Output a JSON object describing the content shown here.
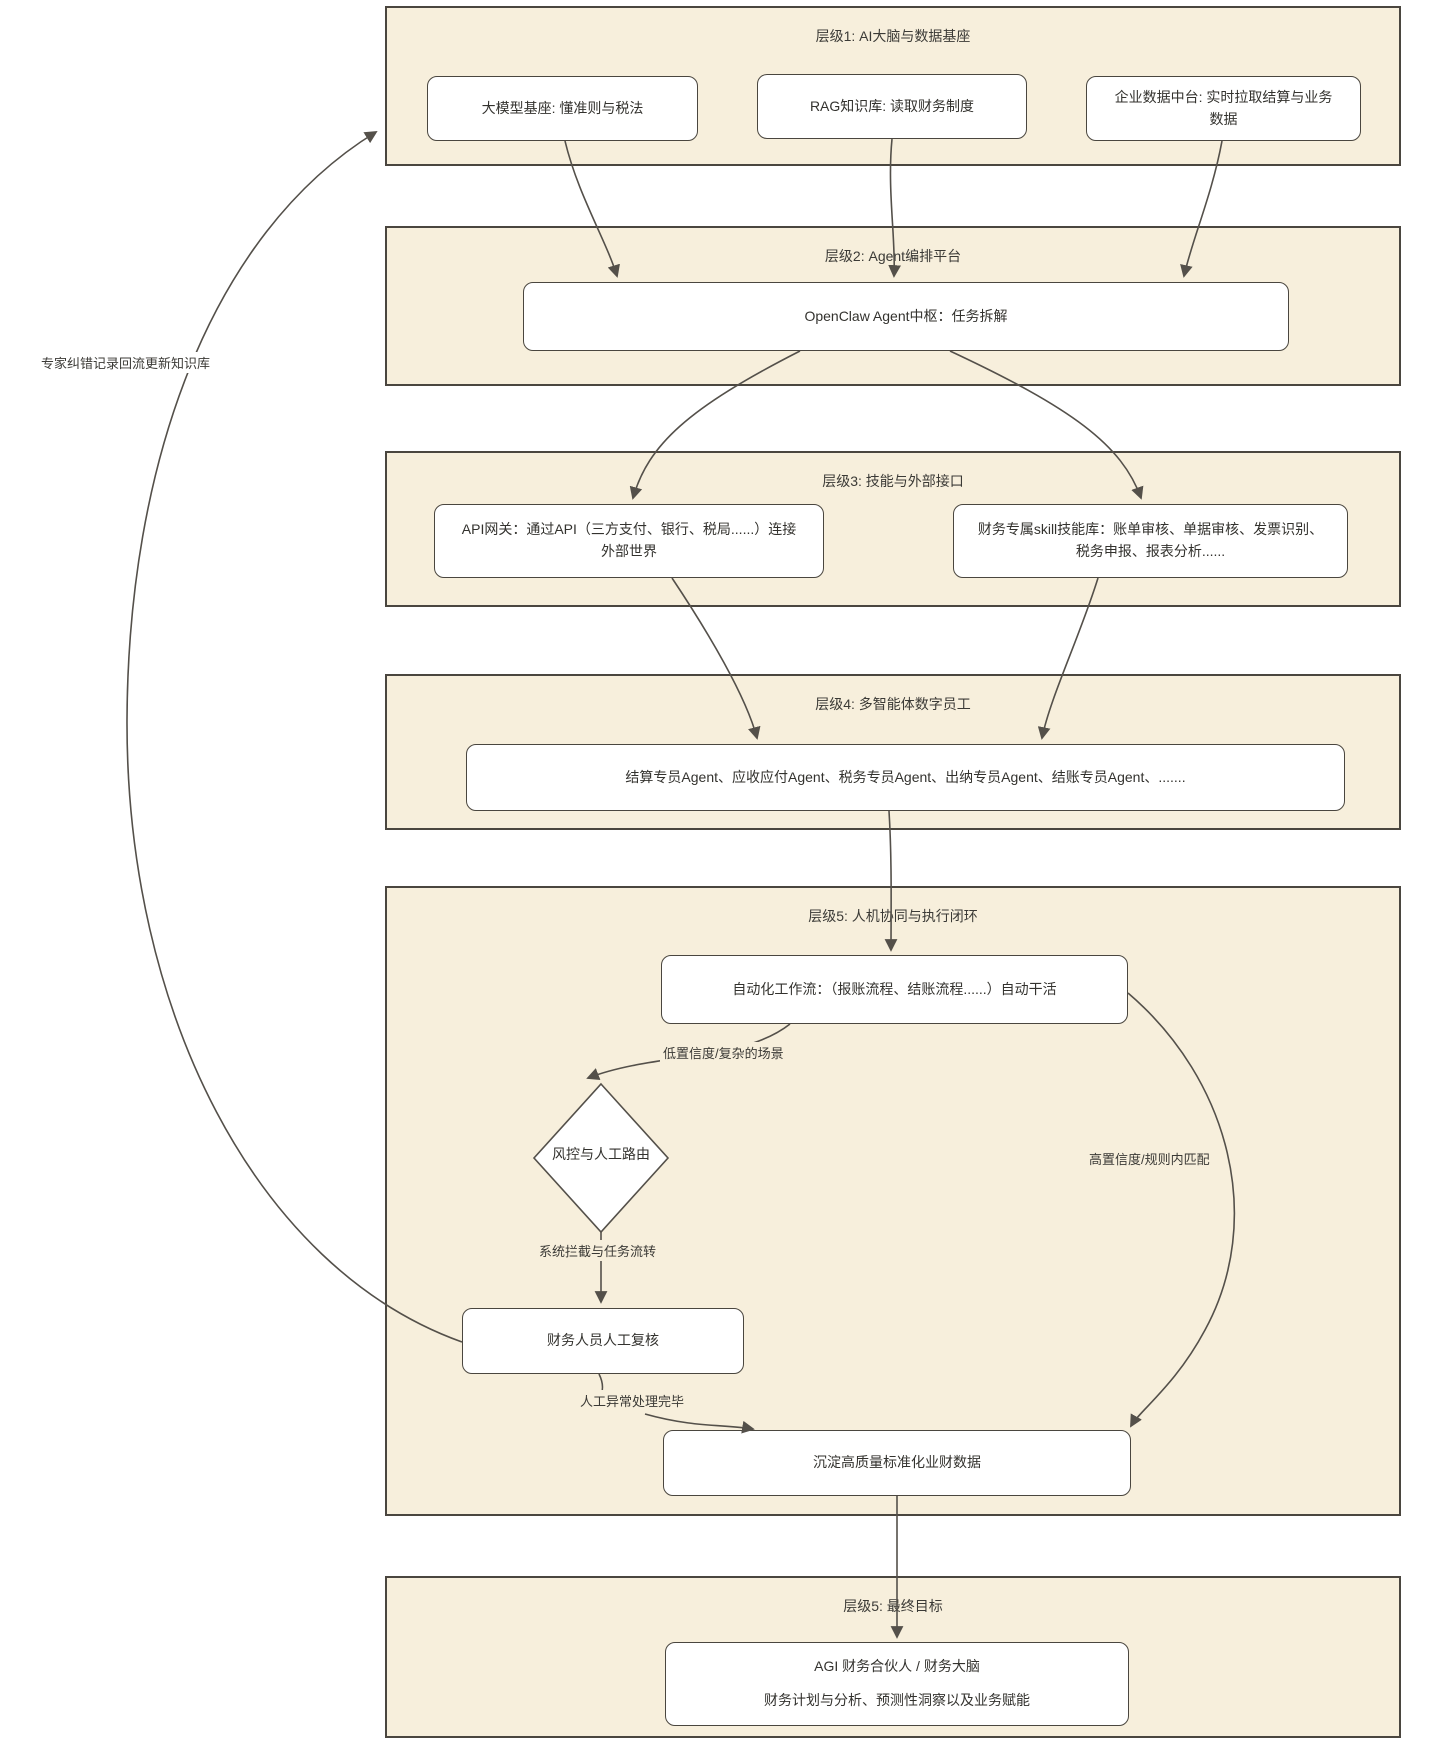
{
  "diagram_title": "AI finance agent layered architecture flowchart",
  "layers": [
    {
      "title": "层级1: AI大脑与数据基座",
      "nodes": [
        "大模型基座: 懂准则与税法",
        "RAG知识库: 读取财务制度",
        "企业数据中台: 实时拉取结算与业务数据"
      ]
    },
    {
      "title": "层级2: Agent编排平台",
      "nodes": [
        "OpenClaw Agent中枢：任务拆解"
      ]
    },
    {
      "title": "层级3: 技能与外部接口",
      "nodes": [
        "API网关：通过API（三方支付、银行、税局......）连接外部世界",
        "财务专属skill技能库：账单审核、单据审核、发票识别、税务申报、报表分析......"
      ]
    },
    {
      "title": "层级4: 多智能体数字员工",
      "nodes": [
        "结算专员Agent、应收应付Agent、税务专员Agent、出纳专员Agent、结账专员Agent、......."
      ]
    },
    {
      "title": "层级5: 人机协同与执行闭环",
      "nodes": [
        "自动化工作流：（报账流程、结账流程......）自动干活",
        "风控与人工路由",
        "财务人员人工复核",
        "沉淀高质量标准化业财数据"
      ]
    },
    {
      "title": "层级5: 最终目标",
      "nodes": [
        "AGI 财务合伙人 / 财务大脑",
        "财务计划与分析、预测性洞察以及业务赋能"
      ]
    }
  ],
  "edge_labels": {
    "low_confidence": "低置信度/复杂的场景",
    "high_confidence": "高置信度/规则内匹配",
    "system_intercept": "系统拦截与任务流转",
    "manual_done": "人工异常处理完毕",
    "feedback": "专家纠错记录回流更新知识库"
  },
  "colors": {
    "band_bg": "#f7efdc",
    "band_border": "#4a463f",
    "node_bg": "#ffffff",
    "node_border": "#4a463f",
    "arrow": "#54504a",
    "text": "#33322e"
  }
}
